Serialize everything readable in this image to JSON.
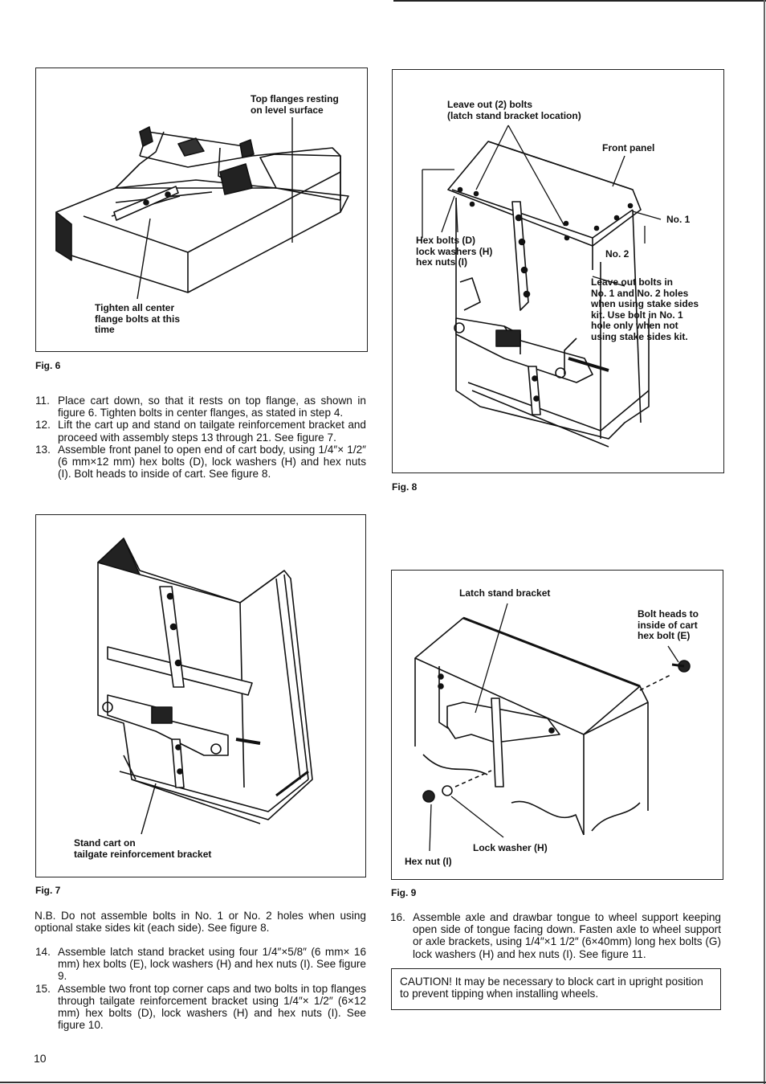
{
  "figures": {
    "fig6": {
      "caption": "Fig. 6",
      "label_top": "Top flanges resting\non level surface",
      "label_bottom": "Tighten all center\nflange bolts at this\ntime"
    },
    "fig7": {
      "caption": "Fig. 7",
      "label": "Stand cart on\ntailgate reinforcement bracket"
    },
    "fig8": {
      "caption": "Fig. 8",
      "label_leave_out": "Leave out (2) bolts\n(latch stand bracket location)",
      "label_front_panel": "Front panel",
      "label_no1": "No. 1",
      "label_no2": "No. 2",
      "label_hex_bolts": "Hex bolts (D)\nlock washers (H)\nhex nuts (I)",
      "label_leave_out_no": "Leave out bolts in\nNo. 1 and No. 2 holes\nwhen using stake sides\nkit. Use bolt in No. 1\nhole only when not\nusing stake sides kit."
    },
    "fig9": {
      "caption": "Fig. 9",
      "label_latch": "Latch stand bracket",
      "label_bolt_heads": "Bolt heads to\ninside of cart\nhex bolt (E)",
      "label_lock_washer": "Lock washer (H)",
      "label_hex_nut": "Hex nut (I)"
    }
  },
  "left_steps": [
    {
      "num": "11.",
      "text": "Place cart down, so that it rests on top flange, as shown in figure 6. Tighten bolts in center flanges, as stated in step 4."
    },
    {
      "num": "12.",
      "text": "Lift the cart up and stand on tailgate reinforcement bracket and proceed with assembly steps 13 through 21. See figure 7."
    },
    {
      "num": "13.",
      "text": "Assemble front panel to open end of cart body, using 1/4″× 1/2″ (6 mm×12 mm) hex bolts (D), lock washers (H) and hex nuts (I). Bolt heads to inside of cart. See figure 8."
    }
  ],
  "nb_note": "N.B. Do not assemble bolts in No. 1 or No. 2 holes when using optional stake sides kit (each side). See figure 8.",
  "left_steps_2": [
    {
      "num": "14.",
      "text": "Assemble latch stand bracket using four 1/4″×5/8″ (6 mm× 16 mm) hex bolts (E), lock washers (H) and hex nuts (I). See figure 9."
    },
    {
      "num": "15.",
      "text": "Assemble two front top corner caps and two bolts in top flanges through tailgate reinforcement bracket using 1/4″× 1/2″ (6×12 mm) hex bolts (D), lock washers (H) and hex nuts (I). See figure 10."
    }
  ],
  "right_steps": [
    {
      "num": "16.",
      "text": "Assemble axle and drawbar tongue to wheel support keeping open side of tongue facing down. Fasten axle to wheel support or axle brackets, using 1/4″×1 1/2″ (6×40mm) long hex bolts (G) lock washers (H) and hex nuts (I). See figure 11."
    }
  ],
  "caution": "CAUTION! It may be necessary to block cart in upright position to prevent tipping when installing wheels.",
  "page_number": "10"
}
